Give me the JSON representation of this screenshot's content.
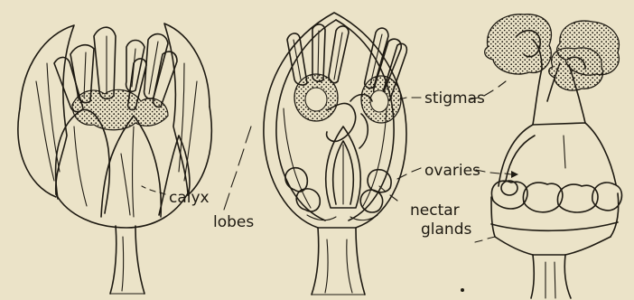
{
  "labels": {
    "calyx": "calyx",
    "lobes": "lobes",
    "stigmas": "stigmas",
    "ovaries": "ovaries",
    "nectar": "nectar",
    "glands": "glands"
  },
  "colors": {
    "paper": "#ebe3c8",
    "ink": "#1e1a12"
  }
}
